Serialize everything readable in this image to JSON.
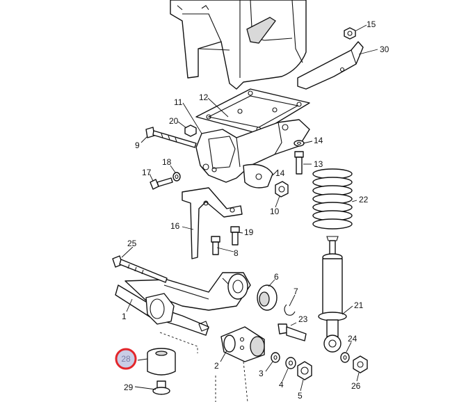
{
  "diagram": {
    "highlighted_callout": "28",
    "highlight_color": "#e3262b",
    "callouts": {
      "c1": "1",
      "c2": "2",
      "c3": "3",
      "c4": "4",
      "c5": "5",
      "c6": "6",
      "c7": "7",
      "c8": "8",
      "c9": "9",
      "c10": "10",
      "c11": "11",
      "c12": "12",
      "c13": "13",
      "c14a": "14",
      "c14b": "14",
      "c15": "15",
      "c16": "16",
      "c17": "17",
      "c18": "18",
      "c19": "19",
      "c20": "20",
      "c21": "21",
      "c22": "22",
      "c23": "23",
      "c24": "24",
      "c25": "25",
      "c26": "26",
      "c28": "28",
      "c29": "29",
      "c30": "30"
    }
  }
}
